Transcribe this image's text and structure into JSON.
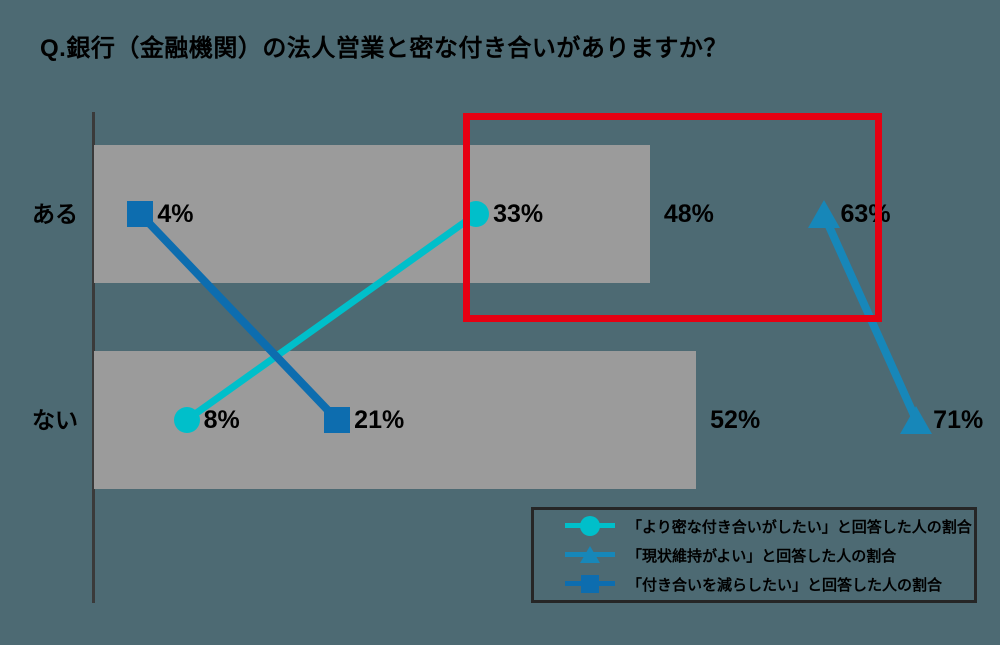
{
  "title": "Q.銀行（金融機関）の法人営業と密な付き合いがありますか？",
  "colors": {
    "background": "#4D6A73",
    "bar": "#9B9B9B",
    "axis": "#3A3A3A",
    "text": "#000000",
    "highlight_box": "#E60012",
    "legend_border": "#262626"
  },
  "chart_data": {
    "type": "bar",
    "orientation": "horizontal",
    "title": "Q.銀行（金融機関）の法人営業と密な付き合いがありますか？",
    "categories": [
      "ある",
      "ない"
    ],
    "bars": {
      "values": [
        48,
        52
      ],
      "labels": [
        "48%",
        "52%"
      ]
    },
    "series": [
      {
        "name": "「より密な付き合いがしたい」と回答した人の割合",
        "marker": "circle",
        "color": "#00BFCA",
        "values": [
          33,
          8
        ],
        "labels": [
          "33%",
          "8%"
        ]
      },
      {
        "name": "「現状維持がよい」と回答した人の割合",
        "marker": "triangle",
        "color": "#1787B9",
        "values": [
          63,
          71
        ],
        "labels": [
          "63%",
          "71%"
        ]
      },
      {
        "name": "「付き合いを減らしたい」と回答した人の割合",
        "marker": "square",
        "color": "#0D6DAF",
        "values": [
          4,
          21
        ],
        "labels": [
          "4%",
          "21%"
        ]
      }
    ],
    "xlim": [
      0,
      78
    ],
    "grid": false,
    "legend_position": "bottom-right",
    "highlight": {
      "shape": "rect",
      "color": "#E60012"
    }
  }
}
